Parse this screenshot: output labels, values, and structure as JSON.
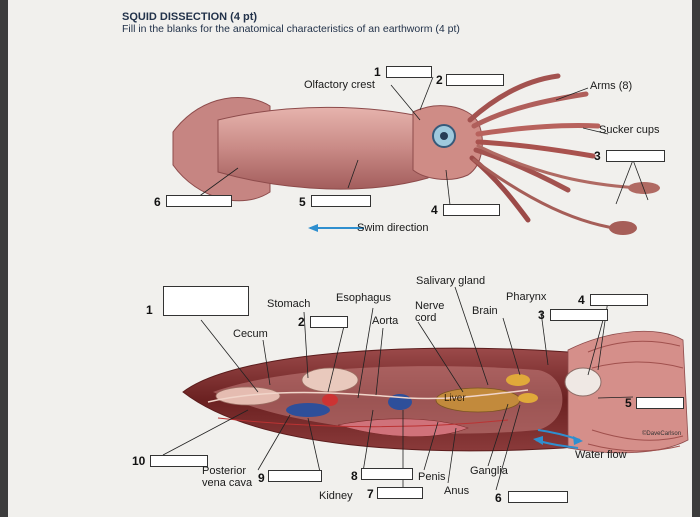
{
  "header": {
    "title": "SQUID DISSECTION (4 pt)",
    "instruction": "Fill in the blanks for the anatomical characteristics of an earthworm (4 pt)"
  },
  "external": {
    "labels": {
      "olfactory_crest": "Olfactory crest",
      "arms": "Arms (8)",
      "sucker_cups": "Sucker cups",
      "swim_direction": "Swim direction"
    },
    "numbers": [
      "1",
      "2",
      "3",
      "4",
      "5",
      "6"
    ]
  },
  "internal": {
    "labels": {
      "salivary_gland": "Salivary gland",
      "stomach": "Stomach",
      "esophagus": "Esophagus",
      "nerve_cord": "Nerve cord",
      "brain": "Brain",
      "pharynx": "Pharynx",
      "aorta": "Aorta",
      "cecum": "Cecum",
      "liver": "Liver",
      "water_flow": "Water flow",
      "posterior_vena_cava": "Posterior vena cava",
      "kidney": "Kidney",
      "penis": "Penis",
      "anus": "Anus",
      "ganglia": "Ganglia",
      "credit": "©DaveCarlson"
    },
    "numbers": [
      "1",
      "2",
      "3",
      "4",
      "5",
      "6",
      "7",
      "8",
      "9",
      "10"
    ]
  },
  "colors": {
    "squid_body": "#c98a86",
    "mantle_dark": "#7a2a2a",
    "liver": "#c28a3c",
    "water_arrow": "#2f8fcf"
  }
}
